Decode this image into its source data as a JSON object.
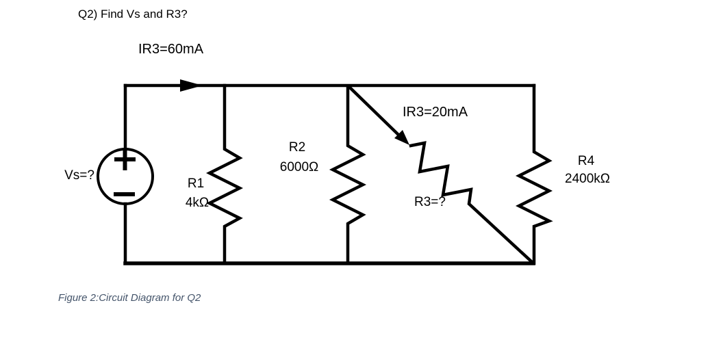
{
  "document": {
    "title": "Q2) Find Vs and R3?",
    "caption": "Figure 2:Circuit Diagram for Q2"
  },
  "circuit": {
    "labels": {
      "ir3_top": "IR3=60mA",
      "ir3_branch": "IR3=20mA",
      "source": "Vs=?",
      "r1_name": "R1",
      "r1_value": "4kΩ",
      "r2_name": "R2",
      "r2_value": "6000Ω",
      "r3": "R3=?",
      "r4_name": "R4",
      "r4_value": "2400kΩ"
    },
    "source_polarity": {
      "plus": "+",
      "minus": "−"
    }
  },
  "colors": {
    "wire": "#000000",
    "text": "#000000",
    "caption": "#44546A",
    "background": "#ffffff"
  }
}
